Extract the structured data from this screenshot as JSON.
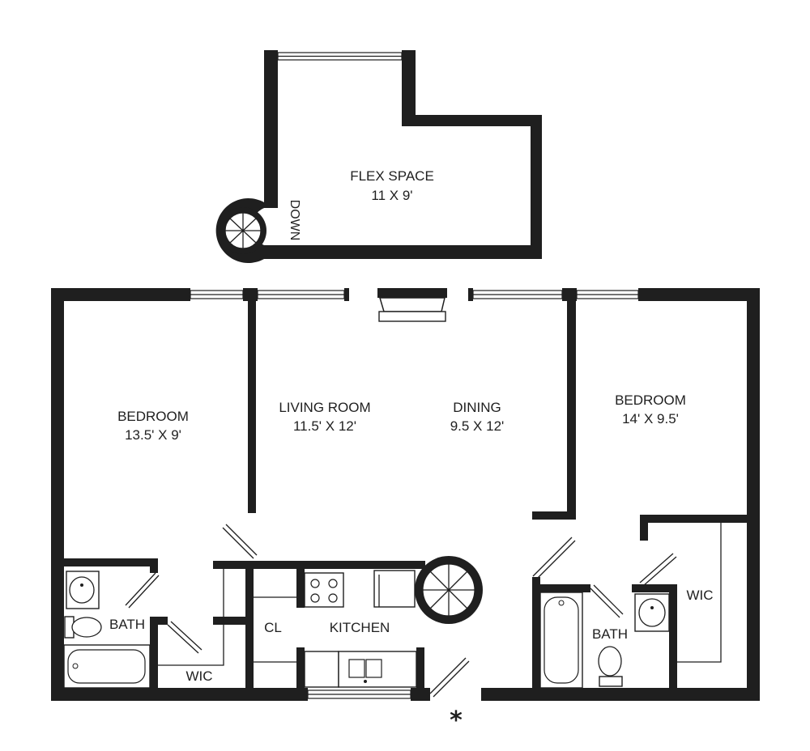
{
  "loft": {
    "flex_space": {
      "name": "FLEX SPACE",
      "size": "11 X 9'"
    },
    "stair_label": "DOWN"
  },
  "rooms": {
    "bedroom_left": {
      "name": "BEDROOM",
      "size": "13.5' X 9'"
    },
    "living_room": {
      "name": "LIVING ROOM",
      "size": "11.5' X 12'"
    },
    "dining": {
      "name": "DINING",
      "size": "9.5 X 12'"
    },
    "bedroom_right": {
      "name": "BEDROOM",
      "size": "14' X 9.5'"
    },
    "bath_left": "BATH",
    "wic_left": "WIC",
    "closet": "CL",
    "kitchen": "KITCHEN",
    "bath_right": "BATH",
    "wic_right": "WIC"
  },
  "entry_marker": "*"
}
